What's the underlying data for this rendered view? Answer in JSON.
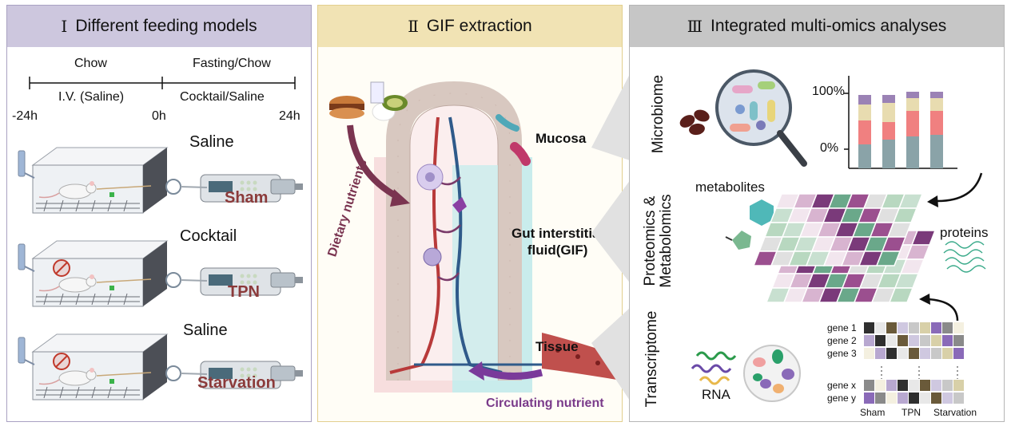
{
  "panels": {
    "one": {
      "numeral": "Ⅰ",
      "title": "Different feeding models",
      "timeline": {
        "left_top": "Chow",
        "right_top": "Fasting/Chow",
        "left_bottom": "I.V. (Saline)",
        "right_bottom": "Cocktail/Saline",
        "t_start": "-24h",
        "t_mid": "0h",
        "t_end": "24h"
      },
      "groups": [
        {
          "infusion": "Saline",
          "name": "Sham"
        },
        {
          "infusion": "Cocktail",
          "name": "TPN"
        },
        {
          "infusion": "Saline",
          "name": "Starvation"
        }
      ]
    },
    "two": {
      "numeral": "Ⅱ",
      "title": "GIF extraction",
      "labels": {
        "mucosa": "Mucosa",
        "gif": "Gut interstitial\nfluid(GIF)",
        "tissue": "Tissue",
        "dietary": "Dietary nutrients",
        "circulating": "Circulating nutrient"
      }
    },
    "three": {
      "numeral": "Ⅲ",
      "title": "Integrated multi-omics analyses",
      "rows": {
        "microbiome": "Microbiome",
        "proteomics": "Proteomics &\nMetabolomics",
        "transcriptome": "Transcriptome"
      },
      "bar_axis": {
        "top": "100%",
        "bottom": "0%"
      },
      "metabolites": "metabolites",
      "proteins": "proteins",
      "rna": "RNA",
      "genes": [
        "gene 1",
        "gene 2",
        "gene 3",
        "gene x",
        "gene y"
      ],
      "heat_groups": [
        "Sham",
        "TPN",
        "Starvation"
      ]
    }
  },
  "colors": {
    "saline_group": "#8b3a3a",
    "purple_text": "#7a3a8a",
    "dietary_text": "#7a3450",
    "bar_segments": [
      "#8aa3a8",
      "#f08080",
      "#e8dcb0",
      "#9b82b5"
    ]
  }
}
